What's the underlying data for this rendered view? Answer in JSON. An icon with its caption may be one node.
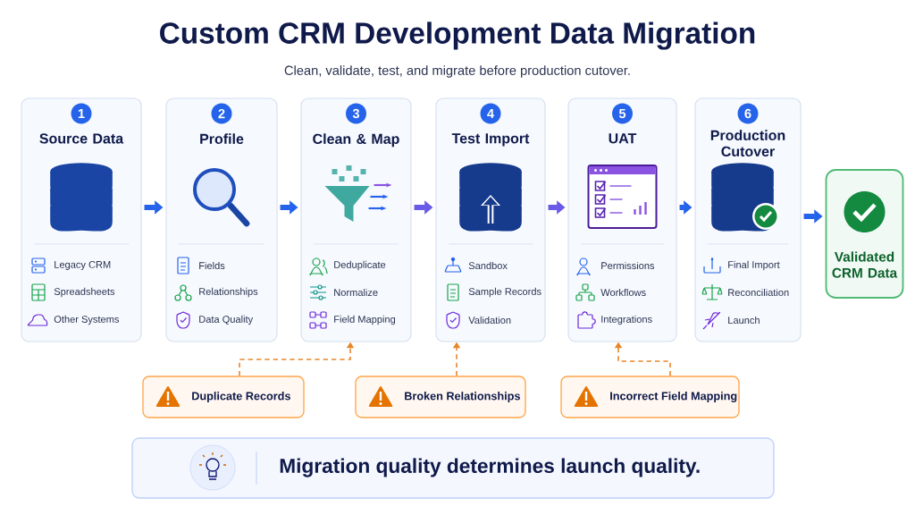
{
  "diagram": {
    "title": "Custom CRM Development Data Migration",
    "caption": "Clean, validate, test, and migrate before production cutover.",
    "nodes": [
      {
        "text": [
          "1",
          "Source Data",
          "Legacy CRM",
          "Spreadsheets",
          "Other Systems"
        ]
      },
      {
        "text": [
          "2",
          "Profile",
          "Fields",
          "Relationships",
          "Data Quality"
        ]
      },
      {
        "text": [
          "3",
          "Clean & Map",
          "Deduplicate",
          "Normalize",
          "Field Mapping"
        ]
      },
      {
        "text": [
          "4",
          "Test Import",
          "Sandbox",
          "Sample Records",
          "Validation"
        ]
      },
      {
        "text": [
          "5",
          "UAT",
          "Permissions",
          "Workflows",
          "Integrations"
        ]
      },
      {
        "text": [
          "6",
          "Production Cutover",
          "Final Import",
          "Reconciliation",
          "Launch"
        ]
      },
      {
        "text": [
          "Validated CRM Data"
        ]
      },
      {
        "text": [
          "Duplicate Records"
        ]
      },
      {
        "text": [
          "Broken Relationships"
        ]
      },
      {
        "text": [
          "Incorrect Field Mapping"
        ]
      },
      {
        "text": [
          "Migration quality determines launch quality."
        ]
      }
    ],
    "edges": [
      {
        "from": 0,
        "to": 1,
        "arrow": "to"
      },
      {
        "from": 1,
        "to": 2,
        "arrow": "to"
      },
      {
        "from": 2,
        "to": 3,
        "arrow": "to",
        "color": "#6a5ae8"
      },
      {
        "from": 3,
        "to": 4,
        "arrow": "to",
        "color": "#6a5ae8"
      },
      {
        "from": 4,
        "to": 5,
        "arrow": "to"
      },
      {
        "from": 5,
        "to": 6,
        "arrow": "to"
      },
      {
        "from": 7,
        "to": 2,
        "arrow": "to",
        "style": "dashed",
        "color": "#e8862a"
      },
      {
        "from": 8,
        "to": 3,
        "arrow": "to",
        "style": "dashed",
        "color": "#e8862a"
      },
      {
        "from": 9,
        "to": 4,
        "arrow": "to",
        "style": "dashed",
        "color": "#e8862a"
      }
    ]
  }
}
